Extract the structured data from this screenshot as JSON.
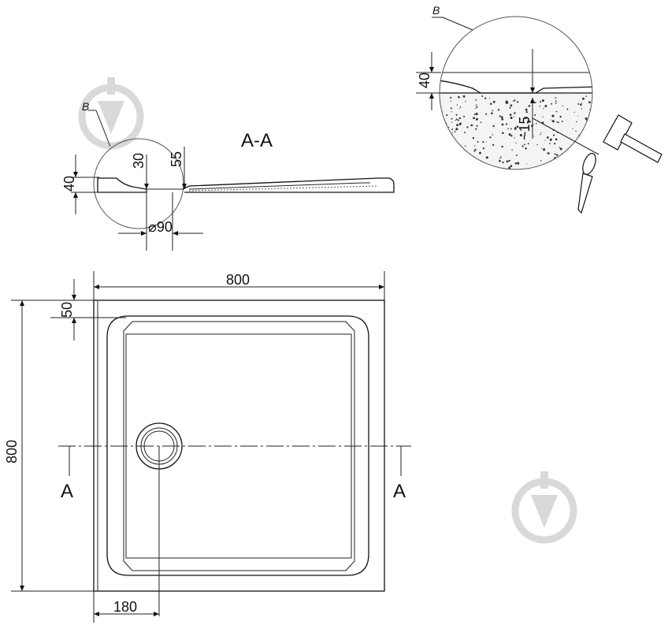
{
  "section_title": "A-A",
  "detail_label": "B",
  "section_mark": "A",
  "dimensions": {
    "section_height": "40",
    "drain_depth": "30",
    "rim_height": "55",
    "drain_diameter": "⌀90",
    "detail_height": "40",
    "detail_mortar": "~15",
    "width": "800",
    "depth": "800",
    "border": "50",
    "drain_offset": "180"
  },
  "icons": [
    "watermark-logo-icon",
    "hammer-icon",
    "dowel-icon"
  ]
}
